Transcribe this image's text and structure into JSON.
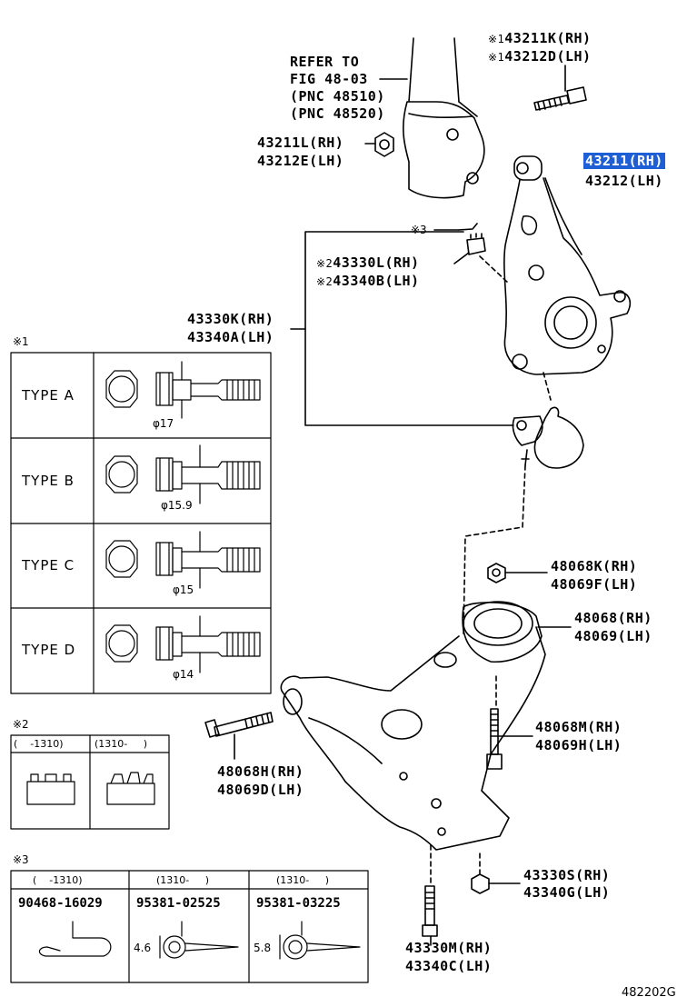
{
  "refer": {
    "line1": "REFER TO",
    "line2": "FIG 48-03",
    "line3": "(PNC 48510)",
    "line4": "(PNC 48520)"
  },
  "parts": {
    "p43211K": {
      "mark": "※1",
      "text": "43211K(RH)"
    },
    "p43212D": {
      "mark": "※1",
      "text": "43212D(LH)"
    },
    "p43211L": "43211L(RH)",
    "p43212E": "43212E(LH)",
    "p43211": "43211(RH)",
    "p43212": "43212(LH)",
    "mark3": "※3",
    "p43330L": {
      "mark": "※2",
      "text": "43330L(RH)"
    },
    "p43340B": {
      "mark": "※2",
      "text": "43340B(LH)"
    },
    "p43330K": "43330K(RH)",
    "p43340A": "43340A(LH)",
    "p48068K": "48068K(RH)",
    "p48069F": "48069F(LH)",
    "p48068": "48068(RH)",
    "p48069": "48069(LH)",
    "p48068M": "48068M(RH)",
    "p48069H": "48069H(LH)",
    "p48068H": "48068H(RH)",
    "p48069D": "48069D(LH)",
    "p43330S": "43330S(RH)",
    "p43340G": "43340G(LH)",
    "p43330M": "43330M(RH)",
    "p43340C": "43340C(LH)"
  },
  "legend1": {
    "title": "※1",
    "rows": [
      {
        "type": "TYPE  A",
        "dia": "φ17"
      },
      {
        "type": "TYPE  B",
        "dia": "φ15.9"
      },
      {
        "type": "TYPE  C",
        "dia": "φ15"
      },
      {
        "type": "TYPE  D",
        "dia": "φ14"
      }
    ]
  },
  "legend2": {
    "title": "※2",
    "cols": [
      "(    -1310)",
      "(1310-     )"
    ]
  },
  "legend3": {
    "title": "※3",
    "cols": [
      {
        "range": "(    -1310)",
        "part": "90468-16029",
        "dim": ""
      },
      {
        "range": "(1310-     )",
        "part": "95381-02525",
        "dim": "4.6"
      },
      {
        "range": "(1310-     )",
        "part": "95381-03225",
        "dim": "5.8"
      }
    ]
  },
  "figure_code": "482202G"
}
